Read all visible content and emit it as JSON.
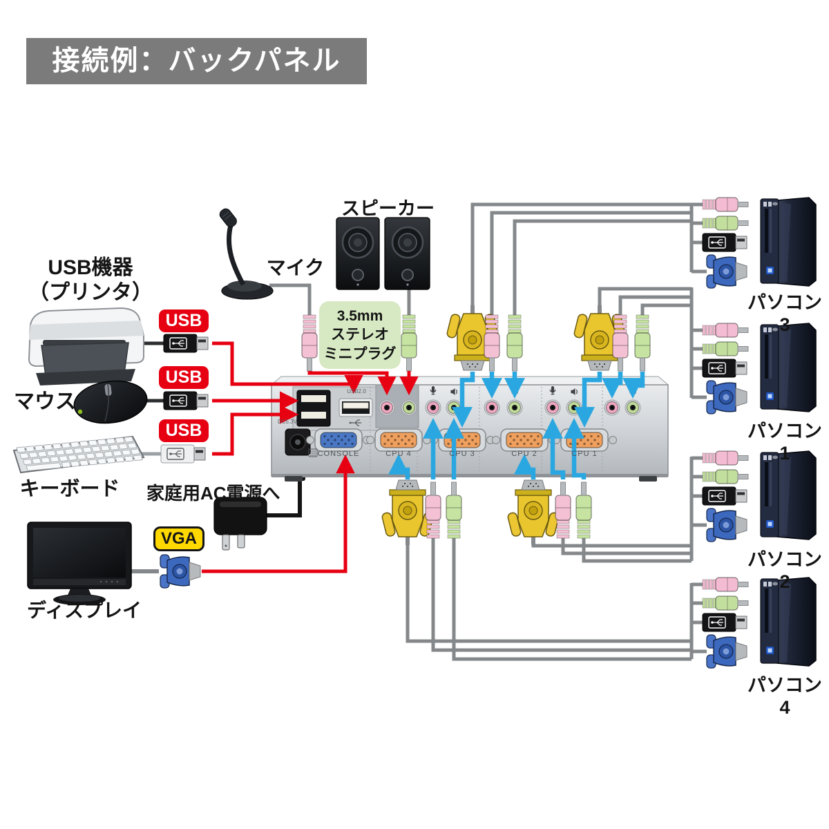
{
  "title": "接続例：バックパネル",
  "colors": {
    "red": "#e60012",
    "blue": "#2aa7e0",
    "yellow": "#ffd800",
    "pink": "#f3bcd2",
    "green": "#c3df9e",
    "panel_gray": "#c9ced2",
    "title_bg": "#7b7b7b"
  },
  "left_devices": {
    "usb_device": "USB機器",
    "usb_device_sub": "（プリンタ）",
    "mouse": "マウス",
    "keyboard": "キーボード",
    "display": "ディスプレイ"
  },
  "audio_devices": {
    "mic": "マイク",
    "speaker": "スピーカー"
  },
  "badges": {
    "usb": "USB",
    "vga": "VGA"
  },
  "plug_note": {
    "lines": [
      "3.5mm",
      "ステレオ",
      "ミニプラグ"
    ]
  },
  "power_label": "家庭用AC電源へ",
  "panel": {
    "console": "CONSOLE",
    "usb_port": "USB2.0",
    "dc": "DC5.3V",
    "cpu_ports": [
      "CPU 4",
      "CPU 3",
      "CPU 2",
      "CPU 1"
    ]
  },
  "computers": [
    {
      "label": "パソコン3"
    },
    {
      "label": "パソコン1"
    },
    {
      "label": "パソコン2"
    },
    {
      "label": "パソコン4"
    }
  ]
}
